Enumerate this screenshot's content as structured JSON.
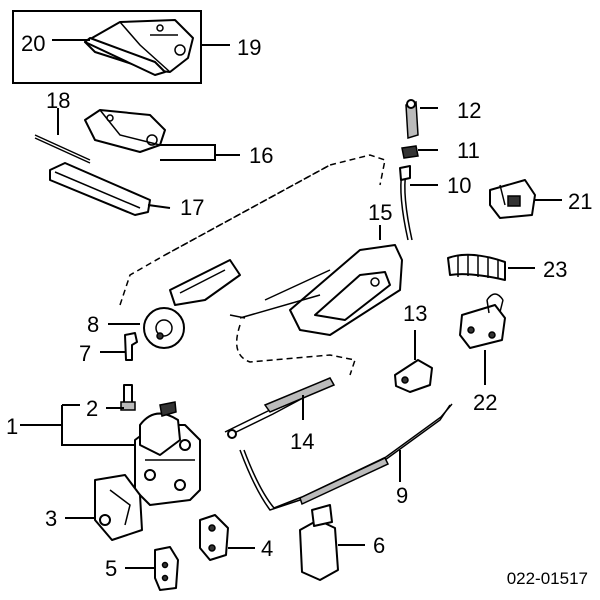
{
  "callouts": {
    "c1": "1",
    "c2": "2",
    "c3": "3",
    "c4": "4",
    "c5": "5",
    "c6": "6",
    "c7": "7",
    "c8": "8",
    "c9": "9",
    "c10": "10",
    "c11": "11",
    "c12": "12",
    "c13": "13",
    "c14": "14",
    "c15": "15",
    "c16": "16",
    "c17": "17",
    "c18": "18",
    "c19": "19",
    "c20": "20",
    "c21": "21",
    "c22": "22",
    "c23": "23"
  },
  "catalog_number": "022-01517"
}
